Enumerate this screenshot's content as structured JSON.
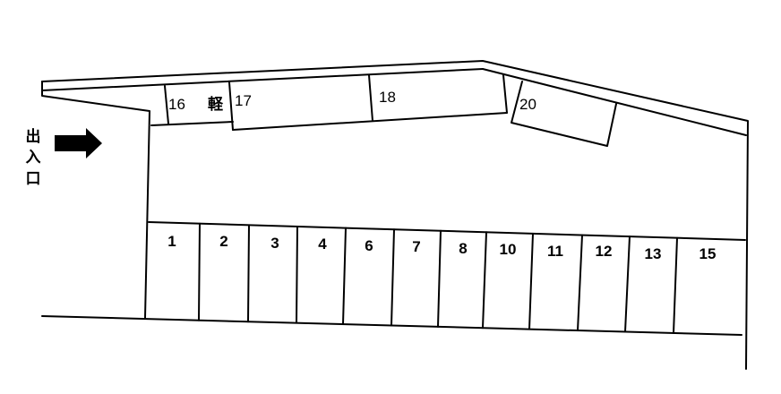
{
  "entrance": {
    "label_chars": [
      "出",
      "入",
      "口"
    ]
  },
  "kei_label": "軽",
  "top_spaces": [
    "16",
    "17",
    "18",
    "20"
  ],
  "bottom_spaces": [
    "1",
    "2",
    "3",
    "4",
    "6",
    "7",
    "8",
    "10",
    "11",
    "12",
    "13",
    "15"
  ]
}
